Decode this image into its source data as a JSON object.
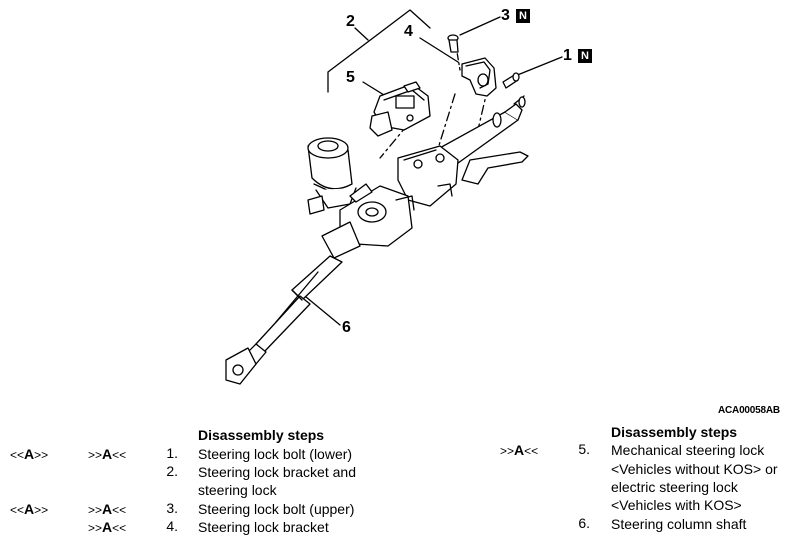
{
  "callouts": {
    "c1": "1",
    "c2": "2",
    "c3": "3",
    "c4": "4",
    "c5": "5",
    "c6": "6",
    "badge_n": "N"
  },
  "figure_code": "ACA00058AB",
  "steps": {
    "heading_left": "Disassembly steps",
    "heading_right": "Disassembly steps",
    "items": [
      {
        "a_prefix": "<<",
        "a_letter": "A",
        "a_suffix": ">>",
        "b_prefix": ">>",
        "b_letter": "A",
        "b_suffix": "<<",
        "num": "1.",
        "line1": "Steering lock bolt (lower)",
        "line2": ""
      },
      {
        "a_prefix": "",
        "a_letter": "",
        "a_suffix": "",
        "b_prefix": "",
        "b_letter": "",
        "b_suffix": "",
        "num": "2.",
        "line1": "Steering lock bracket and",
        "line2": "steering lock"
      },
      {
        "a_prefix": "<<",
        "a_letter": "A",
        "a_suffix": ">>",
        "b_prefix": ">>",
        "b_letter": "A",
        "b_suffix": "<<",
        "num": "3.",
        "line1": "Steering lock bolt (upper)",
        "line2": ""
      },
      {
        "a_prefix": "",
        "a_letter": "",
        "a_suffix": "",
        "b_prefix": ">>",
        "b_letter": "A",
        "b_suffix": "<<",
        "num": "4.",
        "line1": "Steering lock bracket",
        "line2": ""
      },
      {
        "b_prefix": ">>",
        "b_letter": "A",
        "b_suffix": "<<",
        "num": "5.",
        "line1": "Mechanical steering lock",
        "line2": "<Vehicles without KOS> or",
        "line3": "electric steering lock",
        "line4": "<Vehicles with KOS>"
      },
      {
        "b_prefix": "",
        "b_letter": "",
        "b_suffix": "",
        "num": "6.",
        "line1": "Steering column shaft"
      }
    ]
  }
}
